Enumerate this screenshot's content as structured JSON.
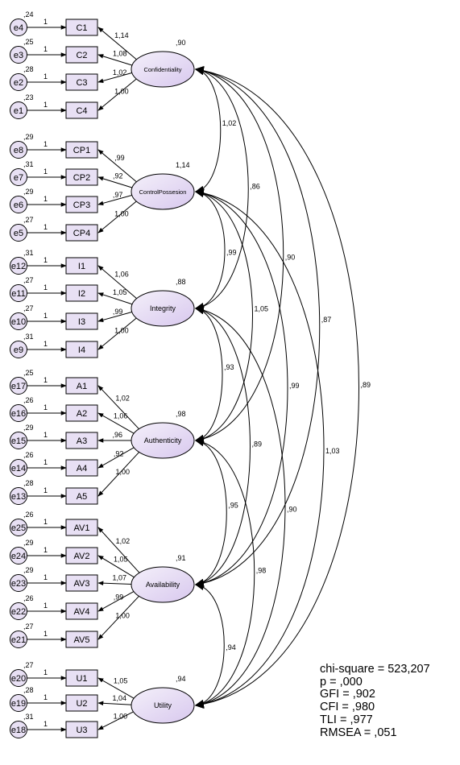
{
  "factors": [
    {
      "name": "Confidentiality",
      "variance": ",90",
      "items": [
        {
          "label": "C1",
          "error": "e4",
          "error_var": ",24",
          "loading": "1,14"
        },
        {
          "label": "C2",
          "error": "e3",
          "error_var": ",25",
          "loading": "1,08"
        },
        {
          "label": "C3",
          "error": "e2",
          "error_var": ",28",
          "loading": "1,02"
        },
        {
          "label": "C4",
          "error": "e1",
          "error_var": ",23",
          "loading": "1,00"
        }
      ]
    },
    {
      "name": "ControlPossesion",
      "variance": "1,14",
      "items": [
        {
          "label": "CP1",
          "error": "e8",
          "error_var": ",29",
          "loading": ",99"
        },
        {
          "label": "CP2",
          "error": "e7",
          "error_var": ",31",
          "loading": ",92"
        },
        {
          "label": "CP3",
          "error": "e6",
          "error_var": ",29",
          "loading": ",97"
        },
        {
          "label": "CP4",
          "error": "e5",
          "error_var": ",27",
          "loading": "1,00"
        }
      ]
    },
    {
      "name": "Integrity",
      "variance": ",88",
      "items": [
        {
          "label": "I1",
          "error": "e12",
          "error_var": ",31",
          "loading": "1,06"
        },
        {
          "label": "I2",
          "error": "e11",
          "error_var": ",27",
          "loading": "1,05"
        },
        {
          "label": "I3",
          "error": "e10",
          "error_var": ",27",
          "loading": ",99"
        },
        {
          "label": "I4",
          "error": "e9",
          "error_var": ",31",
          "loading": "1,00"
        }
      ]
    },
    {
      "name": "Authenticity",
      "variance": ",98",
      "items": [
        {
          "label": "A1",
          "error": "e17",
          "error_var": ",25",
          "loading": "1,02"
        },
        {
          "label": "A2",
          "error": "e16",
          "error_var": ",26",
          "loading": "1,06"
        },
        {
          "label": "A3",
          "error": "e15",
          "error_var": ",29",
          "loading": ",96"
        },
        {
          "label": "A4",
          "error": "e14",
          "error_var": ",26",
          "loading": ",92"
        },
        {
          "label": "A5",
          "error": "e13",
          "error_var": ",28",
          "loading": "1,00"
        }
      ]
    },
    {
      "name": "Availability",
      "variance": ",91",
      "items": [
        {
          "label": "AV1",
          "error": "e25",
          "error_var": ",26",
          "loading": "1,02"
        },
        {
          "label": "AV2",
          "error": "e24",
          "error_var": ",29",
          "loading": "1,05"
        },
        {
          "label": "AV3",
          "error": "e23",
          "error_var": ",29",
          "loading": "1,07"
        },
        {
          "label": "AV4",
          "error": "e22",
          "error_var": ",26",
          "loading": ",99"
        },
        {
          "label": "AV5",
          "error": "e21",
          "error_var": ",27",
          "loading": "1,00"
        }
      ]
    },
    {
      "name": "Utility",
      "variance": ",94",
      "items": [
        {
          "label": "U1",
          "error": "e20",
          "error_var": ",27",
          "loading": "1,05"
        },
        {
          "label": "U2",
          "error": "e19",
          "error_var": ",28",
          "loading": "1,04"
        },
        {
          "label": "U3",
          "error": "e18",
          "error_var": ",31",
          "loading": "1,00"
        }
      ]
    }
  ],
  "error_path_label": "1",
  "covariances": [
    {
      "from": "Confidentiality",
      "to": "ControlPossesion",
      "value": "1,02"
    },
    {
      "from": "Confidentiality",
      "to": "Integrity",
      "value": ",86"
    },
    {
      "from": "Confidentiality",
      "to": "Authenticity",
      "value": ",90"
    },
    {
      "from": "Confidentiality",
      "to": "Availability",
      "value": ",87"
    },
    {
      "from": "Confidentiality",
      "to": "Utility",
      "value": ",89"
    },
    {
      "from": "ControlPossesion",
      "to": "Integrity",
      "value": ",99"
    },
    {
      "from": "ControlPossesion",
      "to": "Authenticity",
      "value": "1,05"
    },
    {
      "from": "ControlPossesion",
      "to": "Availability",
      "value": ",99"
    },
    {
      "from": "ControlPossesion",
      "to": "Utility",
      "value": "1,03"
    },
    {
      "from": "Integrity",
      "to": "Authenticity",
      "value": ",93"
    },
    {
      "from": "Integrity",
      "to": "Availability",
      "value": ",89"
    },
    {
      "from": "Integrity",
      "to": "Utility",
      "value": ",90"
    },
    {
      "from": "Authenticity",
      "to": "Availability",
      "value": ",95"
    },
    {
      "from": "Authenticity",
      "to": "Utility",
      "value": ",98"
    },
    {
      "from": "Availability",
      "to": "Utility",
      "value": ",94"
    }
  ],
  "fit_indices": [
    "chi-square = 523,207",
    "p = ,000",
    "GFI = ,902",
    "CFI = ,980",
    "TLI = ,977",
    "RMSEA = ,051"
  ],
  "colors": {
    "node_fill": "#e8e0f4",
    "latent_fill_light": "#f4f0fa",
    "latent_fill_dark": "#d8c8ee",
    "line": "#000000"
  }
}
